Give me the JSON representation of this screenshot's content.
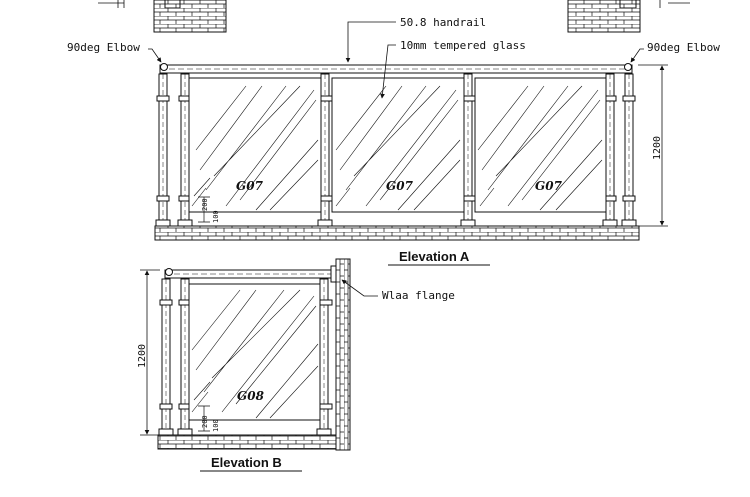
{
  "labels": {
    "handrail": "50.8 handrail",
    "glass": "10mm tempered glass",
    "elbow_left": "90deg Elbow",
    "elbow_right": "90deg Elbow",
    "wall_flange": "Wlaa flange"
  },
  "elevation_a": {
    "title": "Elevation A",
    "panels": [
      "G07",
      "G07",
      "G07"
    ],
    "height_dim": "1200",
    "small_dim_1": "200",
    "small_dim_2": "100"
  },
  "elevation_b": {
    "title": "Elevation B",
    "panel": "G08",
    "height_dim": "1200",
    "small_dim_1": "200",
    "small_dim_2": "100"
  },
  "colors": {
    "line": "#111111",
    "paper": "#ffffff"
  }
}
